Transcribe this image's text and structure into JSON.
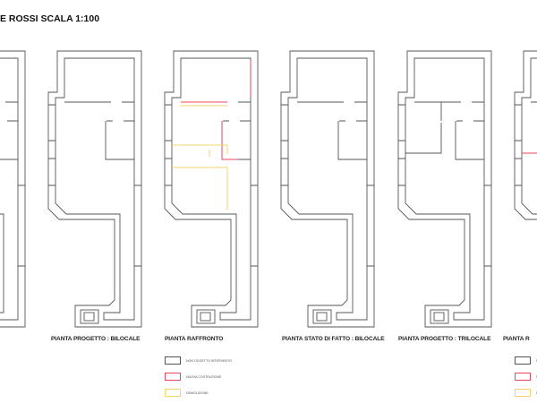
{
  "title": "E ROSSI SCALA 1:100",
  "plans": [
    {
      "label": "PIANTA PROGETTO : BILOCALE"
    },
    {
      "label": "PIANTA RAFFRONTO"
    },
    {
      "label": "PIANTA STATO DI FATTO : BILOCALE"
    },
    {
      "label": "PIANTA PROGETTO : TRILOCALE"
    },
    {
      "label": "PIANTA R"
    }
  ],
  "legend": [
    {
      "label": "NON OGGETTO INTERVENTO",
      "color": "#555555"
    },
    {
      "label": "NUOVA COSTRUZIONE",
      "color": "#e8455a"
    },
    {
      "label": "DEMOLIZIONE",
      "color": "#f3d36a"
    }
  ],
  "legend_right": [
    {
      "label": "N",
      "color": "#555555"
    },
    {
      "label": "N",
      "color": "#e8455a"
    },
    {
      "label": "D",
      "color": "#f3d36a"
    }
  ],
  "colors": {
    "wall": "#555555",
    "new": "#e8455a",
    "demolition": "#f3d36a"
  }
}
